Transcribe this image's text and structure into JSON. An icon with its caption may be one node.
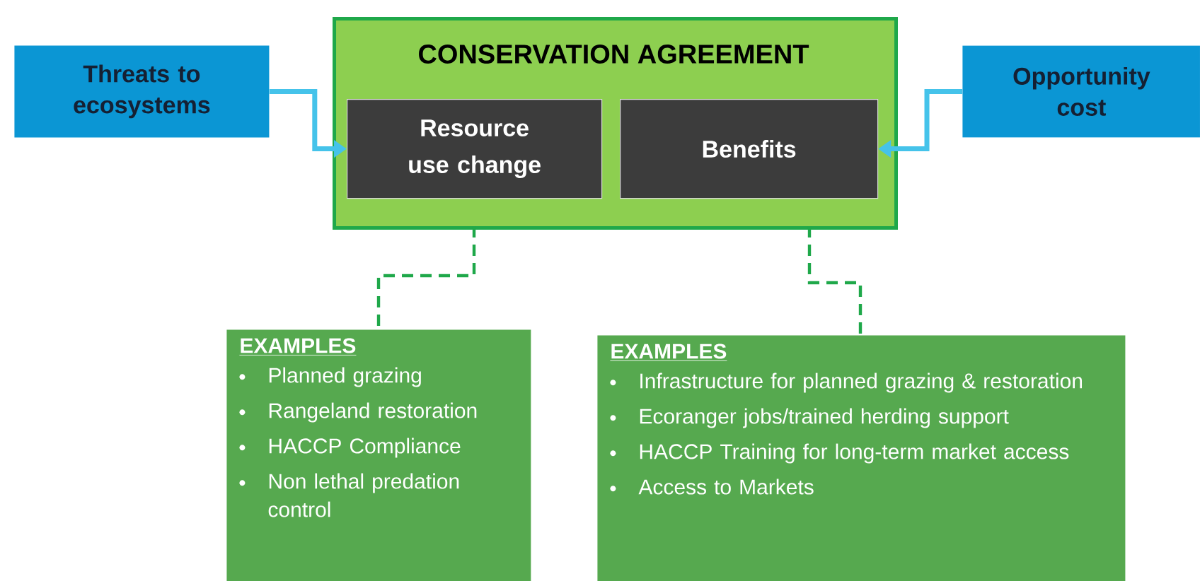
{
  "diagram": {
    "nodes": [
      {
        "text": [
          "Threats to ecosystems"
        ]
      },
      {
        "text": [
          "CONSERVATION AGREEMENT"
        ]
      },
      {
        "text": [
          "Resource use change"
        ],
        "in": 1
      },
      {
        "text": [
          "Benefits"
        ],
        "in": 1
      },
      {
        "text": [
          "Opportunity cost"
        ]
      },
      {
        "text": [
          "EXAMPLES",
          "Planned grazing",
          "Rangeland restoration",
          "HACCP Compliance",
          "Non lethal predation control"
        ]
      },
      {
        "text": [
          "EXAMPLES",
          "Infrastructure for planned grazing & restoration",
          "Ecoranger jobs/trained herding support",
          "HACCP Training for long-term market access",
          "Access to Markets"
        ]
      }
    ],
    "edges": [
      {
        "from": 0,
        "to": 2,
        "arrow": "to",
        "color": "#45c3ea"
      },
      {
        "from": 4,
        "to": 3,
        "arrow": "to",
        "color": "#45c3ea"
      },
      {
        "from": 1,
        "to": 5,
        "arrow": "none",
        "style": "dashed",
        "color": "#1fa84a"
      },
      {
        "from": 1,
        "to": 6,
        "arrow": "none",
        "style": "dashed",
        "color": "#1fa84a"
      }
    ]
  }
}
